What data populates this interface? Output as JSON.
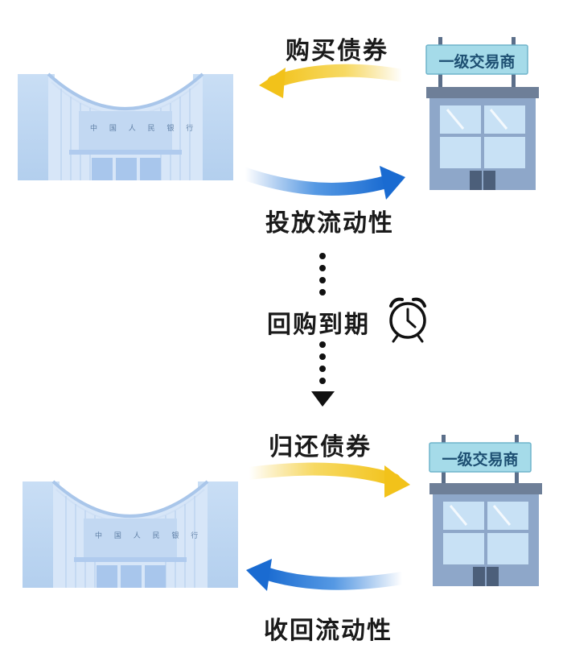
{
  "top": {
    "buy_label": "购买债券",
    "inject_label": "投放流动性",
    "dealer_sign": "一级交易商",
    "bank_sign": "中 国 人 民 银 行"
  },
  "middle": {
    "maturity_label": "回购到期"
  },
  "bottom": {
    "return_label": "归还债券",
    "withdraw_label": "收回流动性",
    "dealer_sign": "一级交易商",
    "bank_sign": "中 国 人 民 银 行"
  },
  "colors": {
    "yellow_arrow": "#f2c21a",
    "blue_arrow": "#1f73d6",
    "bank_blue": "#bcd6f2",
    "dealer_sign": "#a5dbe9",
    "dealer_body": "#8ea7c9"
  },
  "icons": {
    "clock": "alarm-clock-icon",
    "down_arrow": "triangle-down-icon"
  }
}
